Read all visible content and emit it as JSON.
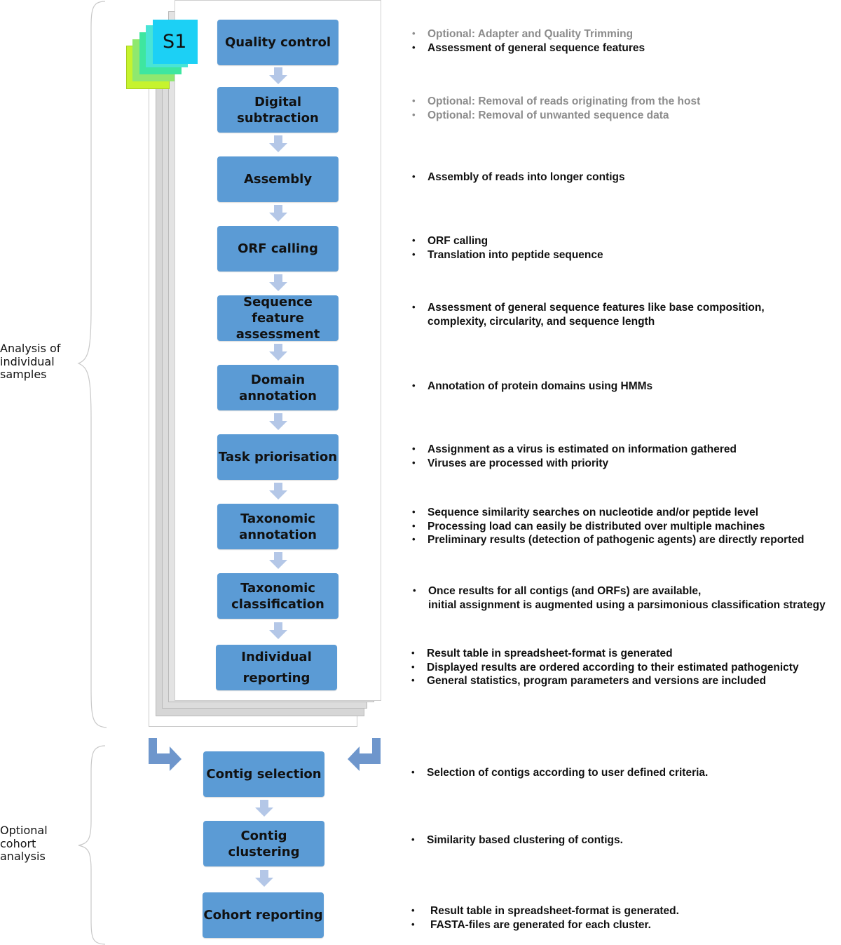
{
  "sample_tab": {
    "label": "S1"
  },
  "brace_labels": {
    "individual": "Analysis of\nindividual\nsamples",
    "cohort": "Optional\ncohort\nanalysis"
  },
  "steps": [
    {
      "label": "Quality control",
      "bullets": [
        {
          "text": "Optional: Adapter and Quality Trimming",
          "optional": true
        },
        {
          "text": "Assessment of general sequence features",
          "optional": false
        }
      ]
    },
    {
      "label": "Digital\nsubtraction",
      "bullets": [
        {
          "text": "Optional: Removal of reads originating from the host",
          "optional": true
        },
        {
          "text": "Optional: Removal of unwanted sequence data",
          "optional": true
        }
      ]
    },
    {
      "label": "Assembly",
      "bullets": [
        {
          "text": "Assembly of reads into longer contigs",
          "optional": false
        }
      ]
    },
    {
      "label": "ORF calling",
      "bullets": [
        {
          "text": "ORF calling",
          "optional": false
        },
        {
          "text": "Translation into peptide sequence",
          "optional": false
        }
      ]
    },
    {
      "label": "Sequence feature\nassessment",
      "bullets": [
        {
          "text": "Assessment of general sequence features like base composition,\ncomplexity, circularity, and sequence length",
          "optional": false
        }
      ]
    },
    {
      "label": "Domain\nannotation",
      "bullets": [
        {
          "text": "Annotation of protein domains using HMMs",
          "optional": false
        }
      ]
    },
    {
      "label": "Task priorisation",
      "bullets": [
        {
          "text": "Assignment as a virus is estimated on information gathered",
          "optional": false
        },
        {
          "text": "Viruses are processed with priority",
          "optional": false
        }
      ]
    },
    {
      "label": "Taxonomic\nannotation",
      "bullets": [
        {
          "text": "Sequence similarity searches on nucleotide and/or peptide level",
          "optional": false
        },
        {
          "text": "Processing load can easily be distributed over multiple machines",
          "optional": false
        },
        {
          "text": "Preliminary results (detection of pathogenic agents) are directly reported",
          "optional": false
        }
      ]
    },
    {
      "label": "Taxonomic\nclassification",
      "bullets": [
        {
          "text": "Once results for all contigs (and ORFs) are available,",
          "optional": false
        },
        {
          "text": "initial assignment is augmented using a parsimonious classification strategy",
          "optional": false,
          "continuation": true
        }
      ]
    },
    {
      "label": "Individual\nreporting",
      "bullets": [
        {
          "text": "Result table in spreadsheet-format is generated",
          "optional": false
        },
        {
          "text": "Displayed results are ordered according to their estimated pathogenicty",
          "optional": false
        },
        {
          "text": "General statistics, program parameters and versions are included",
          "optional": false
        }
      ]
    }
  ],
  "cohort_steps": [
    {
      "label": "Contig selection",
      "bullets": [
        {
          "text": "Selection of contigs according to user defined criteria.",
          "optional": false
        }
      ]
    },
    {
      "label": "Contig clustering",
      "bullets": [
        {
          "text": "Similarity based clustering of contigs.",
          "optional": false
        }
      ]
    },
    {
      "label": "Cohort reporting",
      "bullets": [
        {
          "text": "Result table in spreadsheet-format is generated.",
          "optional": false
        },
        {
          "text": "FASTA-files are generated for each cluster.",
          "optional": false
        }
      ]
    }
  ],
  "colors": {
    "step_box": "#5b9bd5",
    "arrow": "#b4c7e7",
    "merge_arrow": "#6e96cc",
    "optional_text": "#8c8c8c",
    "tabs": [
      "#c6f32e",
      "#8fe86f",
      "#3ee6a0",
      "#49e4d6",
      "#1cd0f5"
    ]
  }
}
